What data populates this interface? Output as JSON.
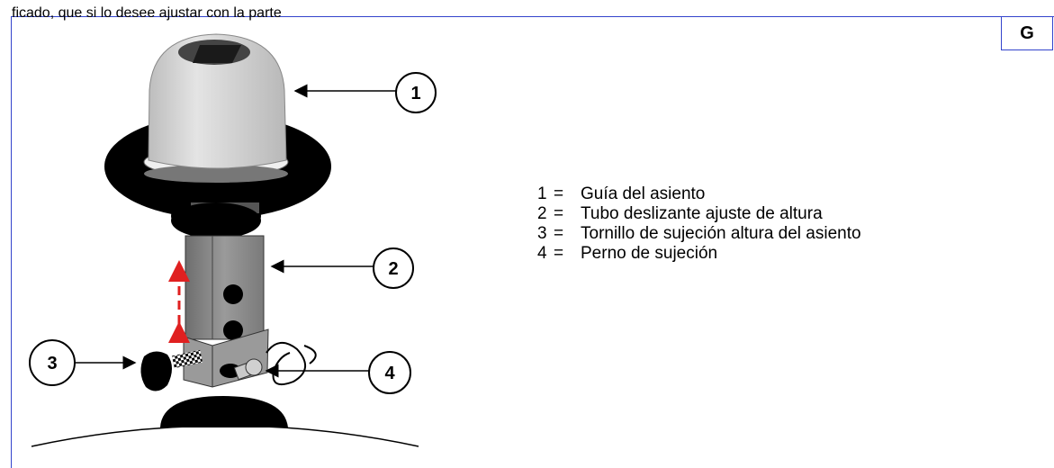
{
  "header": {
    "top_text": "ficado, que si lo desee ajustar con la parte",
    "section_letter": "G"
  },
  "callouts": [
    "1",
    "2",
    "3",
    "4"
  ],
  "legend": [
    {
      "num": "1",
      "eq": "=",
      "text": "Guía del asiento"
    },
    {
      "num": "2",
      "eq": "=",
      "text": "Tubo deslizante ajuste de altura"
    },
    {
      "num": "3",
      "eq": "=",
      "text": "Tornillo de sujeción altura del asiento"
    },
    {
      "num": "4",
      "eq": "=",
      "text": "Perno de sujeción"
    }
  ],
  "colors": {
    "frame": "#3344cc",
    "dome": "#d6d6d6",
    "disc": "#000000",
    "tube": "#8a8a8a",
    "adjust_arrow": "#e02020"
  }
}
